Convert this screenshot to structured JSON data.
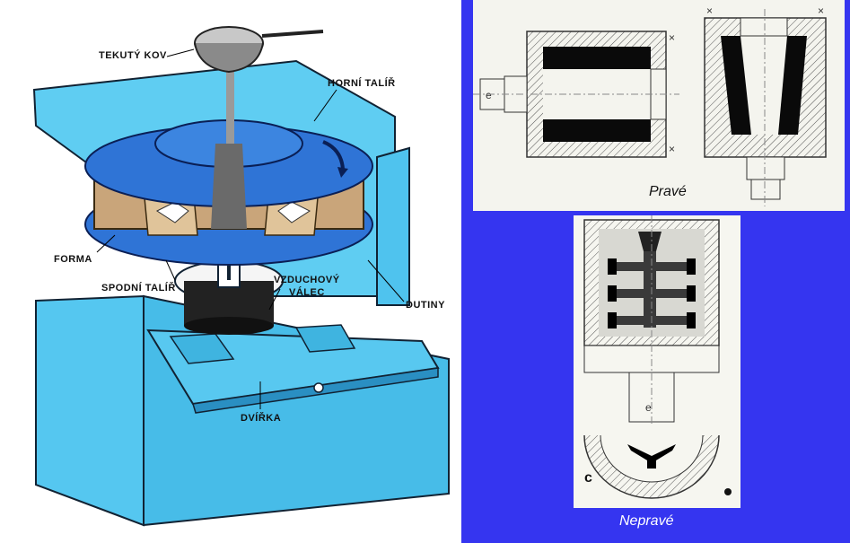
{
  "machine_labels": {
    "liquid_metal": "TEKUTÝ KOV",
    "upper_plate": "HORNÍ TALÍŘ",
    "mold": "FORMA",
    "lower_plate": "SPODNÍ TALÍŘ",
    "air_cylinder_1": "VZDUCHOVÝ",
    "air_cylinder_2": "VÁLEC",
    "cavities": "DUTINY",
    "door": "DVÍŘKA"
  },
  "captions": {
    "correct": "Pravé",
    "incorrect": "Nepravé",
    "figure_letter": "c"
  },
  "colors": {
    "background": "#3535f0",
    "machine_blue": "#2f74d6",
    "machine_light": "#57c8f0",
    "mold_tan": "#c9a57a"
  }
}
